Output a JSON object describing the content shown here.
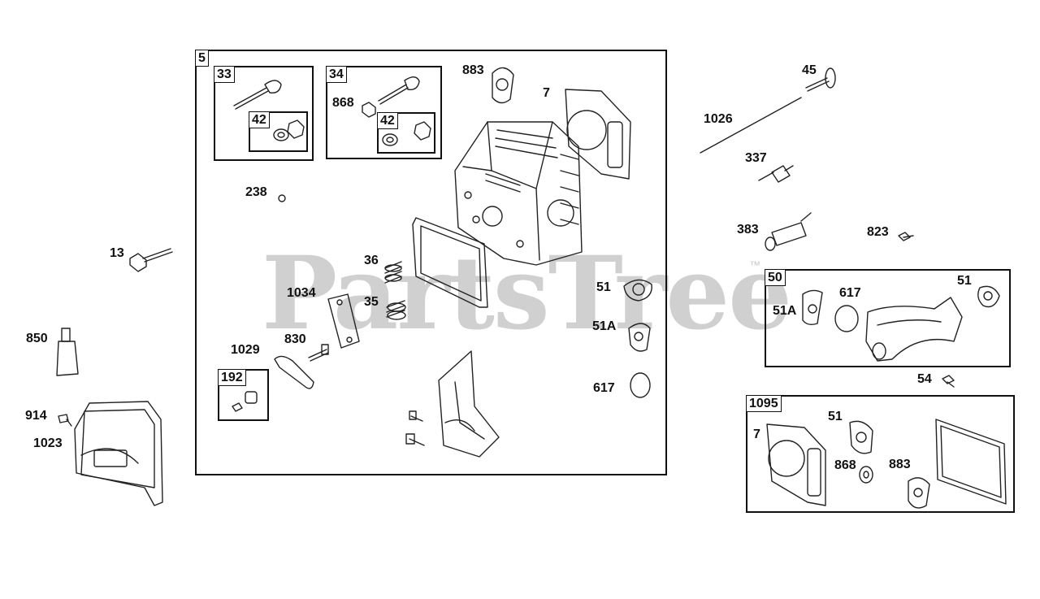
{
  "watermark": {
    "text": "PartsTree",
    "tm": "™"
  },
  "group_tags": {
    "g5": "5",
    "g33": "33",
    "g34": "34",
    "g42a": "42",
    "g42b": "42",
    "g192": "192",
    "g50": "50",
    "g1095": "1095"
  },
  "labels": {
    "l883a": "883",
    "l7a": "7",
    "l868a": "868",
    "l238": "238",
    "l36": "36",
    "l35": "35",
    "l1034": "1034",
    "l1029": "1029",
    "l830": "830",
    "l51a": "51",
    "l51Aa": "51A",
    "l617a": "617",
    "l13": "13",
    "l850": "850",
    "l914": "914",
    "l1023": "1023",
    "l45": "45",
    "l1026": "1026",
    "l337": "337",
    "l383": "383",
    "l823": "823",
    "l51Ab": "51A",
    "l617b": "617",
    "l51b": "51",
    "l54": "54",
    "l7b": "7",
    "l51c": "51",
    "l868b": "868",
    "l883b": "883"
  },
  "colors": {
    "line": "#222222",
    "watermark": "#d0d0d0",
    "background": "#ffffff"
  }
}
